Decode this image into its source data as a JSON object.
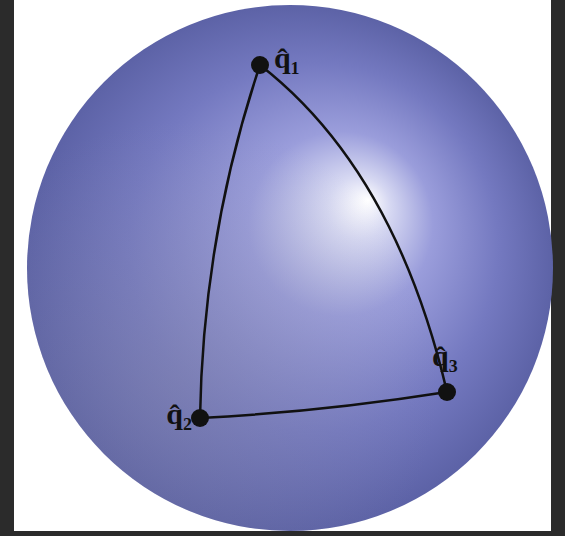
{
  "diagram": {
    "labels": [
      "q̂₁",
      "q̂₂",
      "q̂₃"
    ]
  }
}
